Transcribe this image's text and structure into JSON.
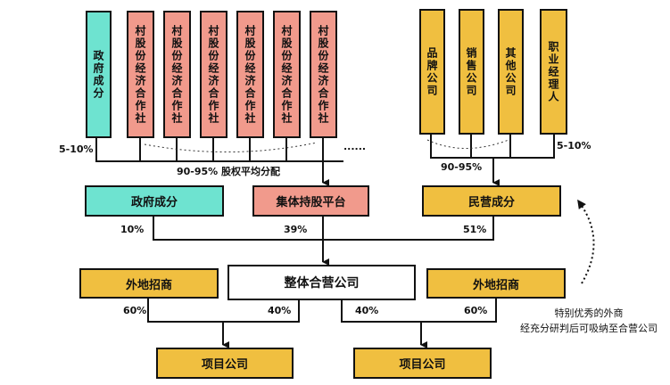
{
  "top_left": {
    "gov_label": "政府成分",
    "coops": [
      "村股份经济合作社",
      "村股份经济合作社",
      "村股份经济合作社",
      "村股份经济合作社",
      "村股份经济合作社",
      "村股份经济合作社"
    ],
    "gov_pct": "5-10%",
    "ellipsis": "......",
    "split_label": "90-95% 股权平均分配"
  },
  "top_right": {
    "companies": [
      "品牌公司",
      "销售公司",
      "其他公司"
    ],
    "staff": "职业经理人",
    "pct_companies": "90-95%",
    "pct_staff": "5-10%"
  },
  "middle": {
    "gov": "政府成分",
    "collective": "集体持股平台",
    "private": "民营成分",
    "gov_pct": "10%",
    "collective_pct": "39%",
    "private_pct": "51%"
  },
  "joint": {
    "company": "整体合营公司",
    "outside_left": "外地招商",
    "outside_right": "外地招商",
    "left_outside_pct": "60%",
    "left_joint_pct": "40%",
    "right_joint_pct": "40%",
    "right_outside_pct": "60%"
  },
  "projects": [
    "项目公司",
    "项目公司"
  ],
  "note": [
    "特别优秀的外商",
    "经充分研判后可吸纳至合营公司"
  ],
  "colors": {
    "teal": "#6ee3d0",
    "salmon": "#f19a8c",
    "gold": "#f0bf40"
  }
}
